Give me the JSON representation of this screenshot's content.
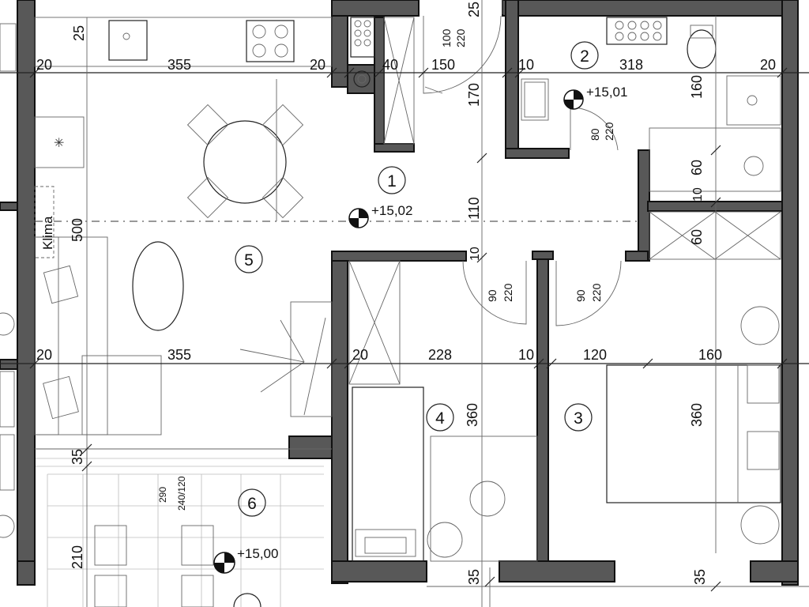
{
  "colors": {
    "wall": "#585858",
    "line": "#222222",
    "background": "#ffffff"
  },
  "rooms": [
    {
      "id": "1",
      "label": "1"
    },
    {
      "id": "2",
      "label": "2"
    },
    {
      "id": "3",
      "label": "3"
    },
    {
      "id": "4",
      "label": "4"
    },
    {
      "id": "5",
      "label": "5"
    },
    {
      "id": "6",
      "label": "6"
    }
  ],
  "levels": {
    "entry": "+15,02",
    "bathroom": "+15,01",
    "terrace": "+15,00"
  },
  "labels": {
    "klima": "Klima"
  },
  "dimensions": {
    "d25_top": "25",
    "d25_topright": "25",
    "d20_a": "20",
    "d355_top": "355",
    "d20_b": "20",
    "d40": "40",
    "d150": "150",
    "d10_a": "10",
    "d318": "318",
    "d20_c": "20",
    "d100": "100",
    "d220_a": "220",
    "d170": "170",
    "d160_a": "160",
    "d80": "80",
    "d220_b": "220",
    "d110": "110",
    "d10_b": "10",
    "d60_a": "60",
    "d500": "500",
    "d60_b": "60",
    "d10_c": "10",
    "d90_a": "90",
    "d220_c": "220",
    "d90_b": "90",
    "d220_d": "220",
    "d20_d": "20",
    "d355_mid": "355",
    "d20_e": "20",
    "d228": "228",
    "d10_d": "10",
    "d120": "120",
    "d160_b": "160",
    "d360_a": "360",
    "d360_b": "360",
    "d35_a": "35",
    "d290": "290",
    "d240_120": "240/120",
    "d210": "210",
    "d35_b": "35",
    "d35_c": "35"
  }
}
